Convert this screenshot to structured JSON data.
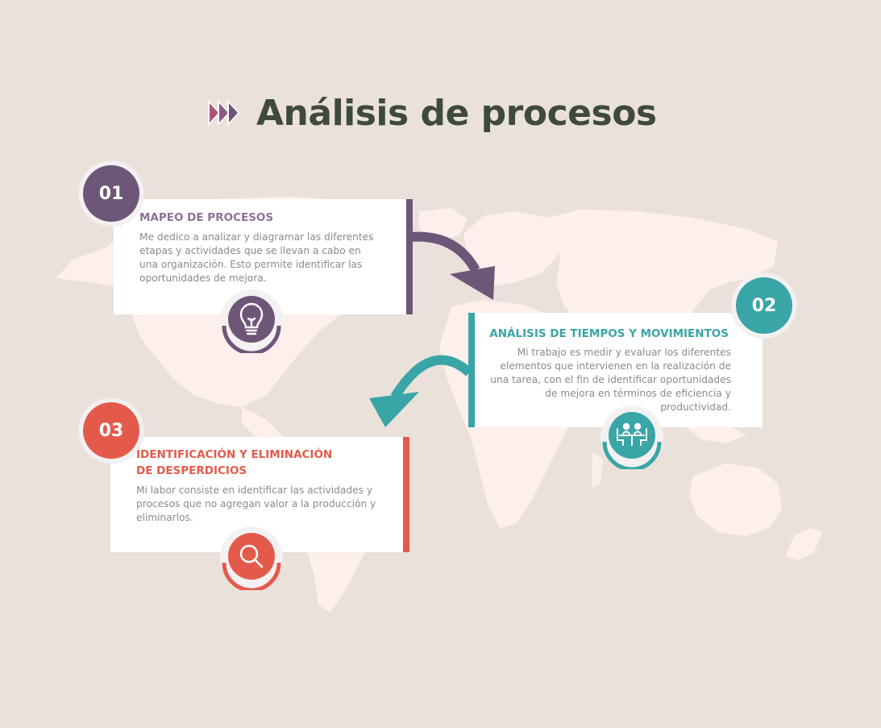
{
  "title": "Análisis de procesos",
  "colors": {
    "background": "#ebe1db",
    "map": "#fdf0ec",
    "purple": "#6e5679",
    "purple_heading": "#8e6f99",
    "teal": "#3aa5a6",
    "red": "#e35a4b",
    "title": "#3f4a3e",
    "body_text": "#8a8a8a"
  },
  "steps": [
    {
      "number": "01",
      "heading": "MAPEO DE PROCESOS",
      "body": "Me dedico a analizar y diagramar las diferentes etapas y actividades que se llevan a cabo en una organización. Esto permite identificar las oportunidades de mejora.",
      "icon": "lightbulb-icon"
    },
    {
      "number": "02",
      "heading": "ANÁLISIS DE TIEMPOS Y MOVIMIENTOS",
      "body": "Mi trabajo es medir y evaluar los diferentes elementos que intervienen en la realización de una tarea, con el fin de identificar oportunidades de mejora en términos de eficiencia y productividad.",
      "icon": "meeting-icon"
    },
    {
      "number": "03",
      "heading_line1": "IDENTIFICACIÓN Y ELIMINACIÓN",
      "heading_line2": "DE DESPERDICIOS",
      "body": "Mi labor consiste en identificar las actividades y procesos que no agregan valor a la producción y eliminarlos.",
      "icon": "magnifier-icon"
    }
  ]
}
